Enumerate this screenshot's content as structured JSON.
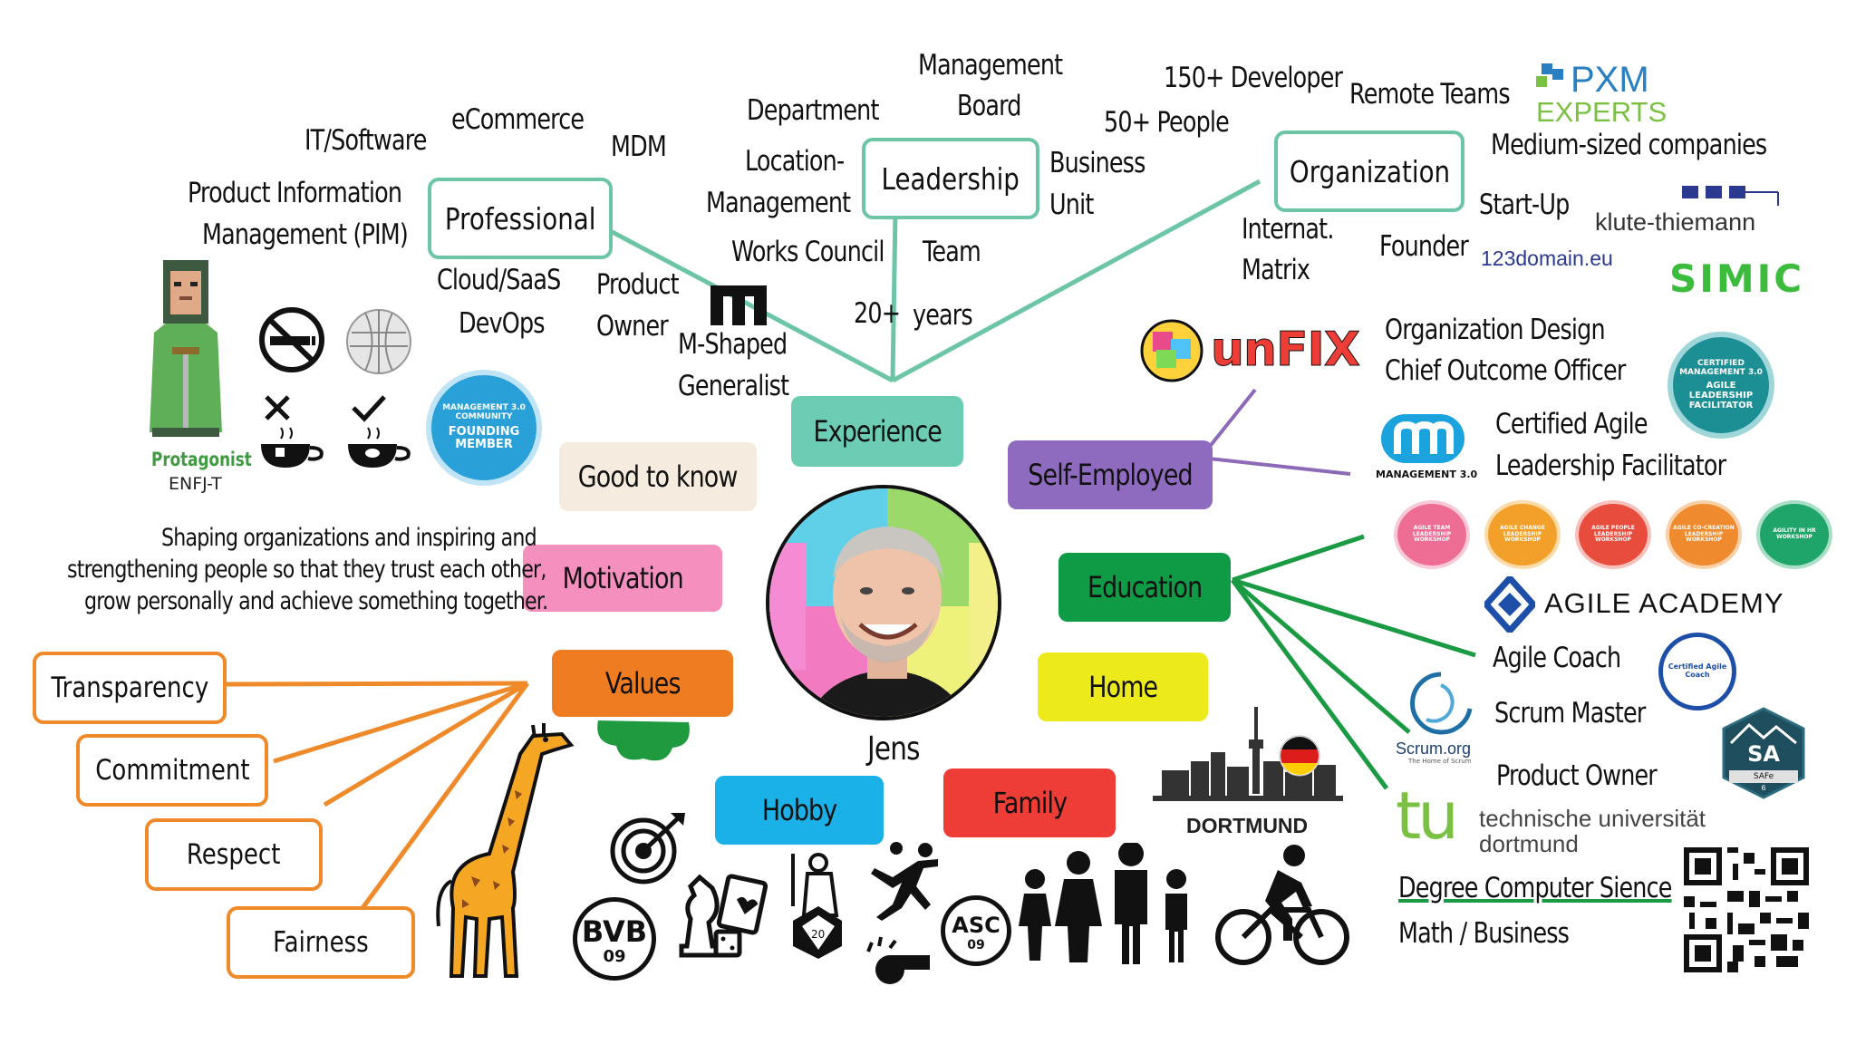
{
  "center": {
    "name": "Jens"
  },
  "nodes": {
    "experience": "Experience",
    "good_to_know": "Good to know",
    "motivation": "Motivation",
    "values": "Values",
    "self_employed": "Self-Employed",
    "education": "Education",
    "home": "Home",
    "hobby": "Hobby",
    "family": "Family"
  },
  "experience": {
    "professional": {
      "label": "Professional",
      "terms": [
        "IT/Software",
        "eCommerce",
        "MDM",
        "Product Information",
        "Management (PIM)",
        "Cloud/SaaS",
        "DevOps",
        "Product",
        "Owner",
        "M-Shaped",
        "Generalist"
      ]
    },
    "leadership": {
      "label": "Leadership",
      "terms": [
        "Management",
        "Board",
        "Department",
        "Location-",
        "Management",
        "Business",
        "Unit",
        "Works Council",
        "Team",
        "20+",
        "years"
      ]
    },
    "organization": {
      "label": "Organization",
      "terms": [
        "150+ Developer",
        "50+ People",
        "Remote Teams",
        "Medium-sized companies",
        "Internat.",
        "Matrix",
        "Founder",
        "Start-Up"
      ]
    },
    "logos": [
      "PXM",
      "EXPERTS",
      "klute-thiemann",
      "123domain.eu",
      "SIMIC"
    ]
  },
  "good_to_know": {
    "personality": "Protagonist",
    "personality_type": "ENFJ-T",
    "badge": [
      "MANAGEMENT 3.0",
      "COMMUNITY",
      "FOUNDING",
      "MEMBER"
    ],
    "icons": [
      "no-smoking-icon",
      "wikipedia-icon",
      "no-tea-icon",
      "coffee-icon"
    ]
  },
  "motivation": {
    "lines": [
      "Shaping organizations and inspiring and",
      "strengthening people so that they trust each other,",
      "grow personally and achieve something together."
    ]
  },
  "values": {
    "items": [
      "Transparency",
      "Commitment",
      "Respect",
      "Fairness"
    ]
  },
  "self_employed": {
    "unfix_logo": "unFIX",
    "unfix_roles": [
      "Organization Design",
      "Chief Outcome Officer"
    ],
    "m30_logo": "MANAGEMENT 3.0",
    "m30_roles": [
      "Certified Agile",
      "Leadership Facilitator"
    ],
    "cert_badge": [
      "CERTIFIED",
      "MANAGEMENT 3.0",
      "AGILE LEADERSHIP",
      "FACILITATOR"
    ]
  },
  "education": {
    "workshop_badges": [
      "AGILE TEAM LEADERSHIP WORKSHOP",
      "AGILE CHANGE LEADERSHIP WORKSHOP",
      "AGILE PEOPLE LEADERSHIP WORKSHOP",
      "AGILE CO-CREATION LEADERSHIP WORKSHOP",
      "AGILITY IN HR WORKSHOP"
    ],
    "agile_academy": "AGILE ACADEMY",
    "roles": [
      "Agile Coach",
      "Scrum Master",
      "Product Owner"
    ],
    "scrum_logo": "Scrum.org",
    "scrum_tagline": "The Home of Scrum",
    "safe_badge": [
      "SA",
      "SAFe",
      "6"
    ],
    "certified_agile_coach": "Certified Agile Coach",
    "university": [
      "technische universität",
      "dortmund"
    ],
    "tu_logo": "tu",
    "degree": "Degree Computer Sience",
    "degree_sub": "Math / Business"
  },
  "home": {
    "city": "DORTMUND"
  },
  "hobby": {
    "icons": [
      "target-icon",
      "bvb-logo-icon",
      "board-games-icon",
      "d20-dice-icon",
      "handball-icon",
      "whistle-icon",
      "asc-club-icon"
    ],
    "bvb_text": [
      "BVB",
      "09"
    ],
    "asc_text": "ASC",
    "asc_year": "09"
  },
  "family": {
    "icons": [
      "family-icon",
      "cyclist-icon"
    ]
  },
  "colors": {
    "teal_line": "#6cc6a6",
    "purple_line": "#8d6ab8",
    "green_line": "#1b9a44",
    "orange_line": "#ef8a2a",
    "experience": "#6cccb4",
    "good_to_know": "#f5ebdf",
    "motivation": "#f58fbe",
    "values": "#f07c22",
    "self_employed": "#8e6bbf",
    "education": "#0f9b45",
    "home": "#ecea1b",
    "hobby": "#1ab0e8",
    "family": "#ee3d36"
  }
}
